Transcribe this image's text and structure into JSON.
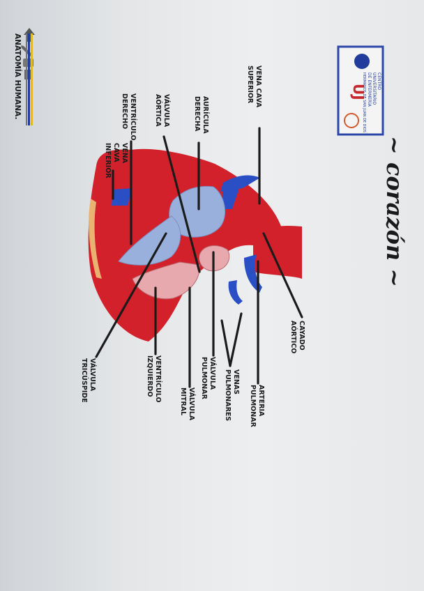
{
  "title": "~ corazón ~",
  "header": {
    "text": "ANATOMÍA HUMANA.",
    "icons": [
      "arrow-icon",
      "pencil-icon",
      "clipboard-icon",
      "book-icon"
    ]
  },
  "logo": {
    "line1": "CENTRO",
    "line2": "UNIVERSITARIO",
    "line3": "DE ENFERMERÍA",
    "line4": "HERMANOS DE SAN JUAN DE DIOS",
    "monogram": "UJ"
  },
  "labels": {
    "vena_cava_superior": [
      "VENA CAVA",
      "SUPERIOR"
    ],
    "auricula_derecha": [
      "AURÍCULA",
      "DERECHA"
    ],
    "valvula_aortica": [
      "VÁLVULA",
      "AÓRTICA"
    ],
    "ventriculo_derecho": [
      "VENTRÍCULO",
      "DERECHO"
    ],
    "vena_cava_inferior": [
      "VENA",
      "CAVA",
      "INFERIOR"
    ],
    "cayado_aortico": [
      "CAYADO",
      "AÓRTICO"
    ],
    "arteria_pulmonar": [
      "ARTERIA",
      "PULMONAR"
    ],
    "venas_pulmonares": [
      "VENAS",
      "PULMONARES"
    ],
    "valvula_pulmonar": [
      "VÁLVULA",
      "PULMONAR"
    ],
    "valvula_mitral": [
      "VÁLVULA",
      "MITRAL"
    ],
    "ventriculo_izquierdo": [
      "VENTRÍCULO",
      "IZQUIERDO"
    ],
    "valvula_tricuspide": [
      "VÁLVULA",
      "TRICÚSPIDE"
    ]
  },
  "colors": {
    "artery_red": "#d3212b",
    "vein_blue": "#2a4fc4",
    "chamber_blue": "#9ab0dc",
    "chamber_pink": "#e7a9ad",
    "fat_yellow": "#e9b271",
    "logo_blue": "#203b9c",
    "stripe_yellow": "#e2b928"
  }
}
